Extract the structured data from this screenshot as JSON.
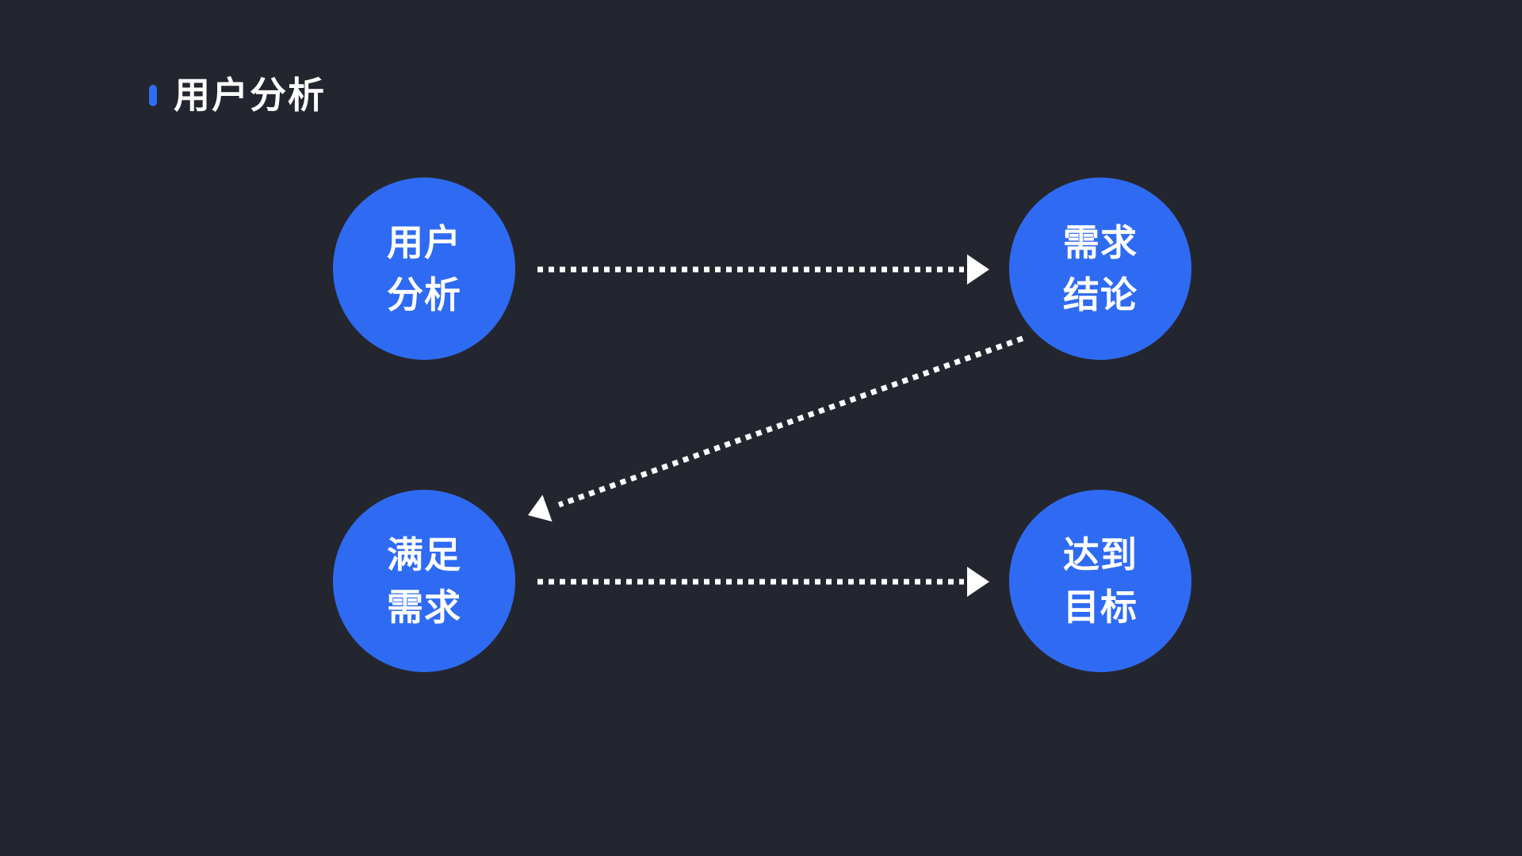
{
  "header": {
    "title": "用户分析"
  },
  "colors": {
    "background": "#24262f",
    "node_fill": "#2f6bf2",
    "accent_bar": "#2e6cf6",
    "text": "#ffffff",
    "arrow": "#ffffff"
  },
  "diagram": {
    "nodes": [
      {
        "id": "user-analysis",
        "line1": "用户",
        "line2": "分析"
      },
      {
        "id": "requirement-conclusion",
        "line1": "需求",
        "line2": "结论"
      },
      {
        "id": "satisfy-needs",
        "line1": "满足",
        "line2": "需求"
      },
      {
        "id": "achieve-goal",
        "line1": "达到",
        "line2": "目标"
      }
    ],
    "edges": [
      {
        "from": "user-analysis",
        "to": "requirement-conclusion",
        "style": "dotted-arrow"
      },
      {
        "from": "requirement-conclusion",
        "to": "satisfy-needs",
        "style": "dotted-arrow"
      },
      {
        "from": "satisfy-needs",
        "to": "achieve-goal",
        "style": "dotted-arrow"
      }
    ]
  }
}
